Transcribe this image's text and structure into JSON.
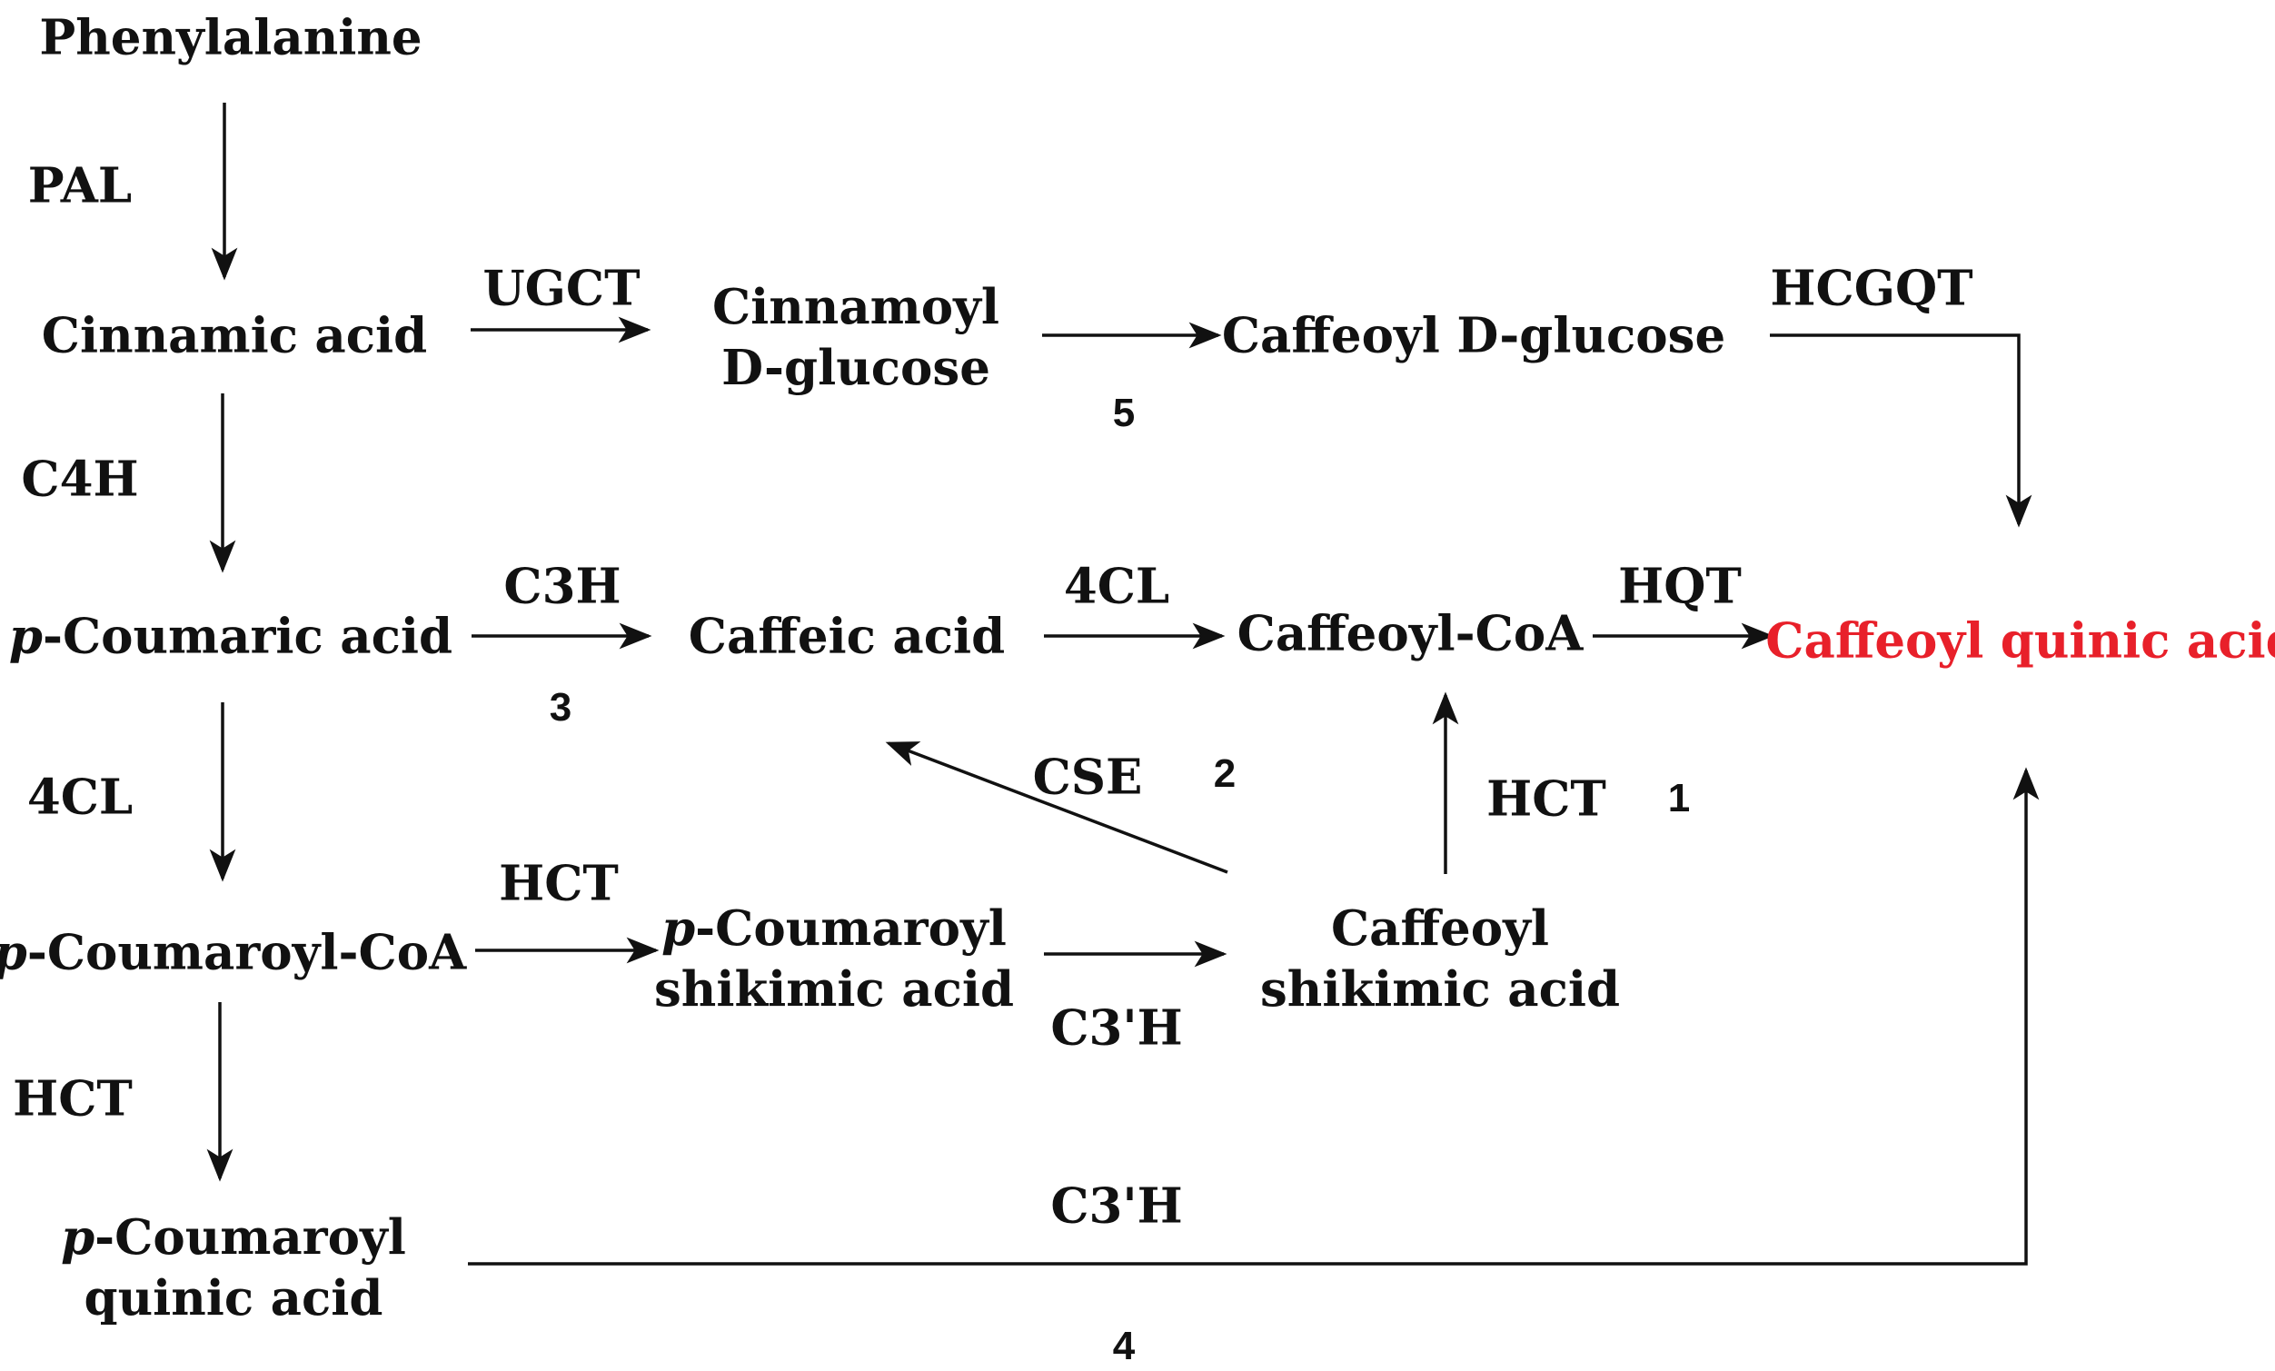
{
  "colors": {
    "text": "#111111",
    "arrow": "#111111",
    "product": "#e8202a"
  },
  "compounds": {
    "phenylalanine": "Phenylalanine",
    "cinnamic_acid": "Cinnamic acid",
    "cinnamoyl_glucose": {
      "line1": "Cinnamoyl",
      "line2": "D-glucose"
    },
    "caffeoyl_glucose": "Caffeoyl D-glucose",
    "p_coumaric_acid": {
      "prefix": "p",
      "rest": "-Coumaric acid"
    },
    "caffeic_acid": "Caffeic acid",
    "caffeoyl_coa": "Caffeoyl-CoA",
    "caffeoyl_quinic_acid": "Caffeoyl quinic acid",
    "p_coumaroyl_coa": {
      "prefix": "p",
      "rest": "-Coumaroyl-CoA"
    },
    "p_coumaroyl_shikimic": {
      "prefix": "p",
      "rest": "-Coumaroyl",
      "line2": "shikimic acid"
    },
    "caffeoyl_shikimic": {
      "line1": "Caffeoyl",
      "line2": "shikimic acid"
    },
    "p_coumaroyl_quinic": {
      "prefix": "p",
      "rest": "-Coumaroyl",
      "line2": "quinic acid"
    }
  },
  "enzymes": {
    "pal": "PAL",
    "c4h": "C4H",
    "cl4_left": "4CL",
    "hct_left": "HCT",
    "ugct": "UGCT",
    "hcgqt": "HCGQT",
    "c3h": "C3H",
    "cl4_mid": "4CL",
    "hqt": "HQT",
    "cse": "CSE",
    "hct_vertical": "HCT",
    "hct_mid": "HCT",
    "c3ph_mid": "C3'H",
    "c3ph_bottom": "C3'H"
  },
  "route_numbers": {
    "r1": "1",
    "r2": "2",
    "r3": "3",
    "r4": "4",
    "r5": "5"
  }
}
